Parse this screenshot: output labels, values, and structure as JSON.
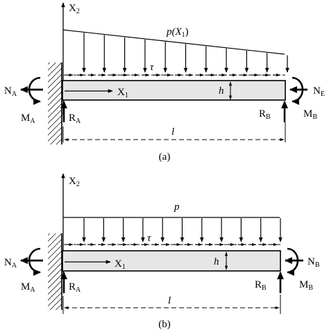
{
  "panels": [
    {
      "id": "a",
      "axis_vertical": {
        "main": "X",
        "sub": "2"
      },
      "axis_horizontal": {
        "main": "X",
        "sub": "1"
      },
      "load": {
        "main": "p(X",
        "sub": "1",
        "close": ")"
      },
      "shear": "τ",
      "height": "h",
      "length": "l",
      "caption": "(a)",
      "left": {
        "normal": {
          "main": "N",
          "sub": "A"
        },
        "moment": {
          "main": "M",
          "sub": "A"
        },
        "reaction": {
          "main": "R",
          "sub": "A"
        }
      },
      "right": {
        "normal": {
          "main": "N",
          "sub": "E"
        },
        "moment": {
          "main": "M",
          "sub": "B"
        },
        "reaction": {
          "main": "R",
          "sub": "B"
        }
      }
    },
    {
      "id": "b",
      "axis_vertical": {
        "main": "X",
        "sub": "2"
      },
      "axis_horizontal": {
        "main": "X",
        "sub": "1"
      },
      "load": {
        "main": "p",
        "sub": "",
        "close": ""
      },
      "shear": "τ",
      "height": "h",
      "length": "l",
      "caption": "(b)",
      "left": {
        "normal": {
          "main": "N",
          "sub": "A"
        },
        "moment": {
          "main": "M",
          "sub": "A"
        },
        "reaction": {
          "main": "R",
          "sub": "A"
        }
      },
      "right": {
        "normal": {
          "main": "N",
          "sub": "B"
        },
        "moment": {
          "main": "M",
          "sub": "B"
        },
        "reaction": {
          "main": "R",
          "sub": "B"
        }
      }
    }
  ],
  "colors": {
    "beam_fill": "#e6e6e6",
    "ink": "#000000"
  }
}
